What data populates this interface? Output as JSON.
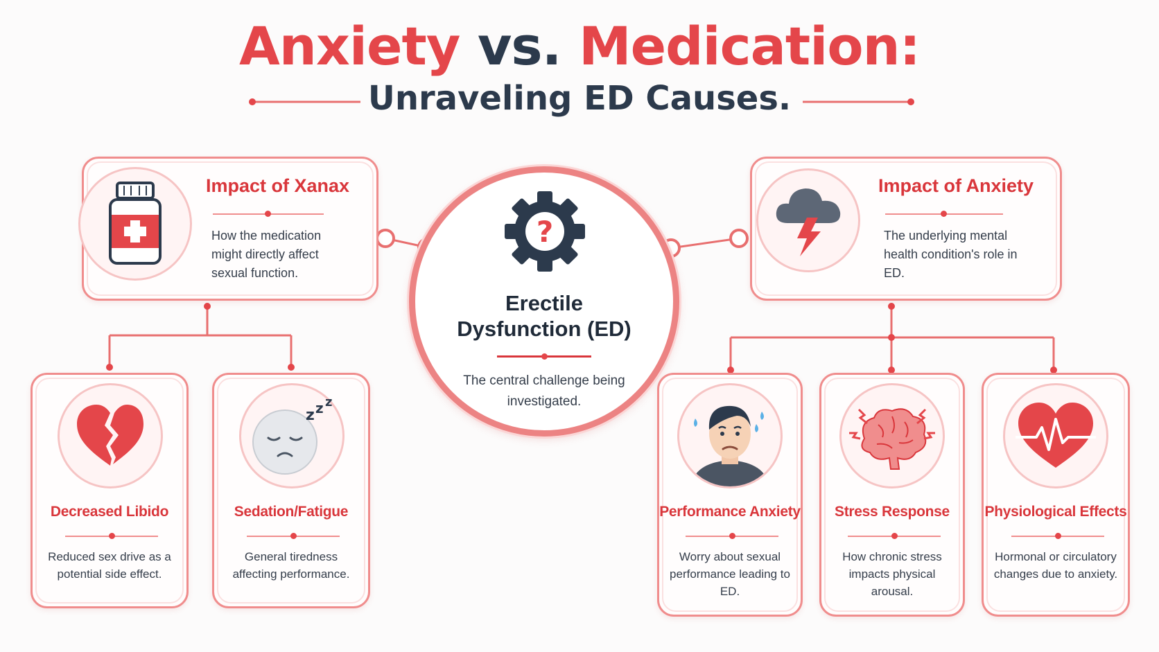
{
  "title": {
    "part1": "Anxiety",
    "part2": "vs.",
    "part3": "Medication:"
  },
  "subtitle": "Unraveling ED Causes.",
  "center": {
    "title_line1": "Erectile",
    "title_line2": "Dysfunction (ED)",
    "description": "The central challenge being investigated.",
    "icon": "gear-question-icon"
  },
  "left_branch": {
    "title": "Impact of Xanax",
    "description": "How the medication might directly affect sexual function.",
    "icon": "medication-bottle-icon",
    "children": [
      {
        "title": "Decreased Libido",
        "description": "Reduced sex drive as a potential side effect.",
        "icon": "broken-heart-icon"
      },
      {
        "title": "Sedation/Fatigue",
        "description": "General tiredness affecting performance.",
        "icon": "sleepy-face-icon"
      }
    ]
  },
  "right_branch": {
    "title": "Impact of Anxiety",
    "description": "The underlying mental health condition's role in ED.",
    "icon": "storm-cloud-icon",
    "children": [
      {
        "title": "Performance Anxiety",
        "description": "Worry about sexual performance leading to ED.",
        "icon": "worried-man-icon"
      },
      {
        "title": "Stress Response",
        "description": "How chronic stress impacts physical arousal.",
        "icon": "stressed-brain-icon"
      },
      {
        "title": "Physiological Effects",
        "description": "Hormonal or circulatory changes due to anxiety.",
        "icon": "heartbeat-icon"
      }
    ]
  },
  "colors": {
    "accent": "#e4464a",
    "accent_light": "#f08d8d",
    "dark": "#2c3a4c"
  }
}
